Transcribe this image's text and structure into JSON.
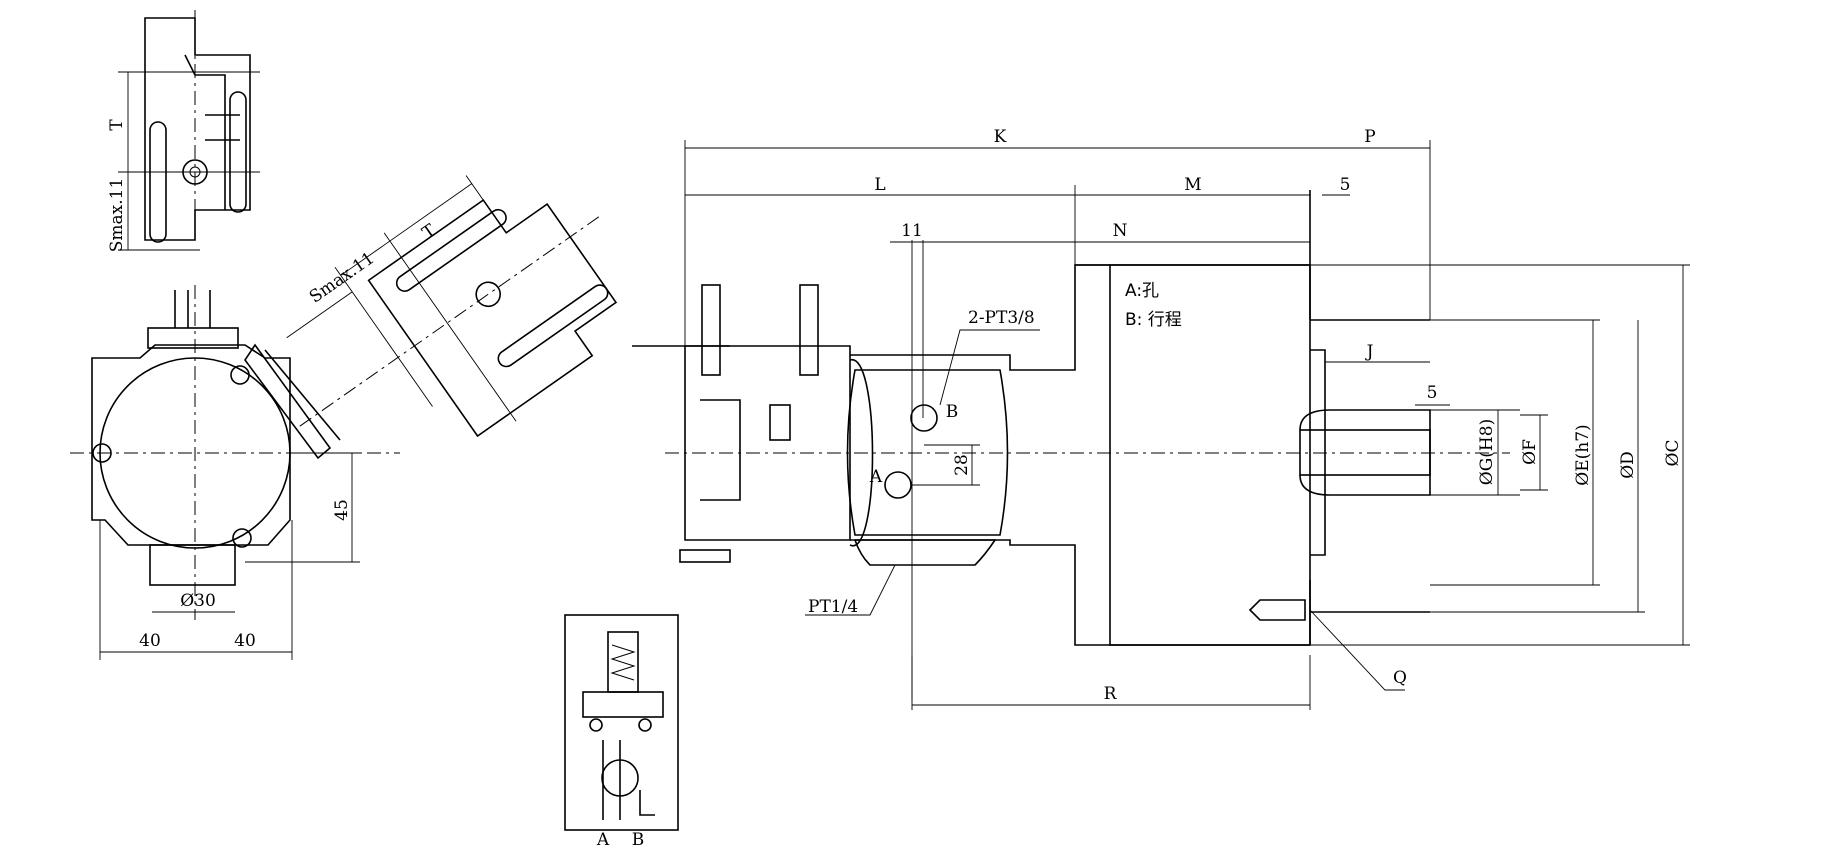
{
  "labels": {
    "T_top": "T",
    "smax_top": "Smax.11",
    "T_rot": "T",
    "smax_rot": "Smax.11",
    "dim_45": "45",
    "dim_phi30": "Ø30",
    "dim_40_left": "40",
    "dim_40_right": "40",
    "K": "K",
    "P": "P",
    "L": "L",
    "M": "M",
    "five_top": "5",
    "eleven": "11",
    "N": "N",
    "note_a": "A:孔",
    "note_b": "B: 行程",
    "pt38": "2-PT3/8",
    "J": "J",
    "five_mid": "5",
    "B_port": "B",
    "twenty_eight": "28",
    "A_port": "A",
    "phiG": "ØG(H8)",
    "phiF": "ØF",
    "phiE": "ØE(h7)",
    "phiD": "ØD",
    "phiC": "ØC",
    "pt14": "PT1/4",
    "Q": "Q",
    "R": "R",
    "sym_A": "A",
    "sym_B": "B"
  }
}
